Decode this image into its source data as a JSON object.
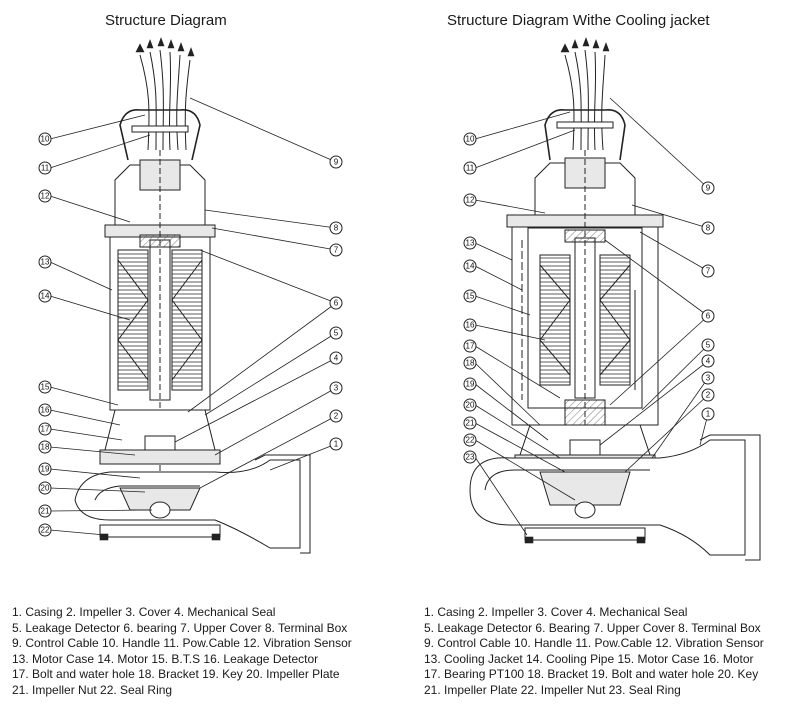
{
  "left": {
    "title": "Structure Diagram",
    "callouts": [
      "1",
      "2",
      "3",
      "4",
      "5",
      "6",
      "7",
      "8",
      "9",
      "10",
      "11",
      "12",
      "13",
      "14",
      "15",
      "16",
      "17",
      "18",
      "19",
      "20",
      "21",
      "22"
    ],
    "legend_lines": [
      "1. Casing  2. Impeller  3. Cover  4. Mechanical Seal",
      "5. Leakage Detector  6. bearing  7. Upper Cover  8. Terminal Box",
      "9. Control Cable  10. Handle  11. Pow.Cable  12. Vibration Sensor",
      "13. Motor Case  14. Motor  15. B.T.S  16. Leakage Detector",
      "17. Bolt and water hole  18. Bracket  19. Key  20. Impeller Plate",
      "21. Impeller Nut  22. Seal Ring"
    ]
  },
  "right": {
    "title": "Structure Diagram Withe  Cooling jacket",
    "callouts": [
      "1",
      "2",
      "3",
      "4",
      "5",
      "6",
      "7",
      "8",
      "9",
      "10",
      "11",
      "12",
      "13",
      "14",
      "15",
      "16",
      "17",
      "18",
      "19",
      "20",
      "21",
      "22",
      "23"
    ],
    "legend_lines": [
      "1. Casing  2. Impeller  3. Cover  4. Mechanical Seal",
      "5. Leakage Detector  6. Bearing  7. Upper Cover  8. Terminal Box",
      "9. Control Cable  10. Handle  11. Pow.Cable  12. Vibration Sensor",
      "13. Cooling Jacket  14. Cooling Pipe  15. Motor Case  16. Motor",
      "17. Bearing PT100  18. Bracket  19. Bolt and water hole  20. Key",
      "21. Impeller Plate  22. Impeller Nut  23. Seal Ring"
    ]
  }
}
